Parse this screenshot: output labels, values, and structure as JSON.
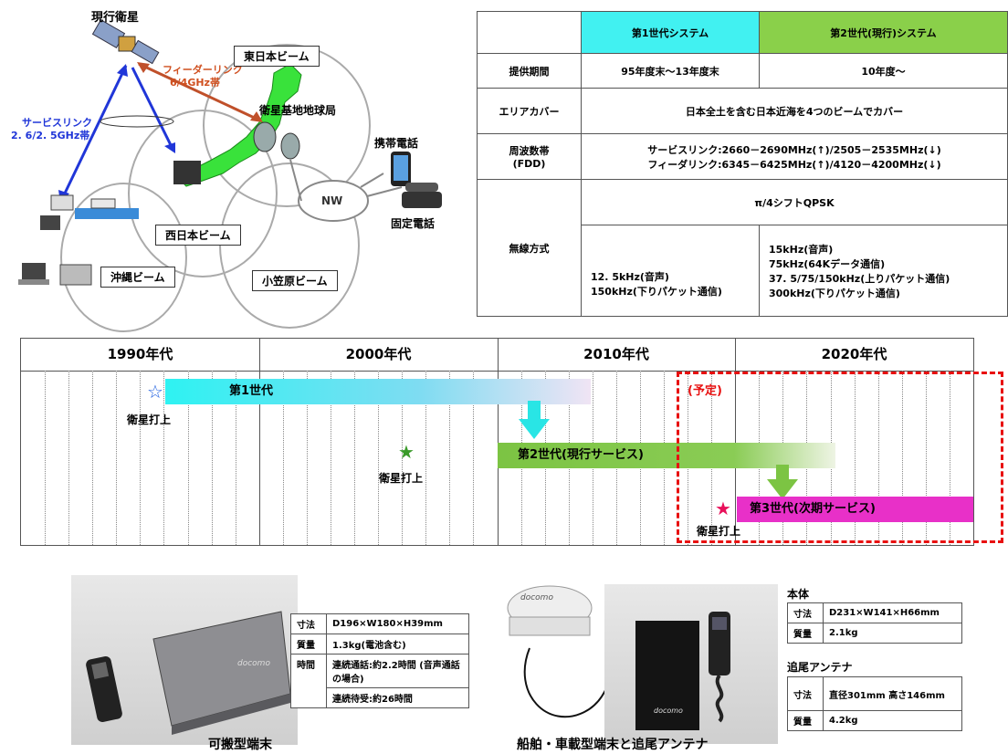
{
  "diagram": {
    "satellite_label": "現行衛星",
    "feeder_link_line1": "フィーダーリンク",
    "feeder_link_line2": "6/4GHz帯",
    "service_link_line1": "サービスリンク",
    "service_link_line2": "2. 6/2. 5GHz帯",
    "beam_east": "東日本ビーム",
    "beam_west": "西日本ビーム",
    "beam_okinawa": "沖縄ビーム",
    "beam_ogasawara": "小笠原ビーム",
    "earth_station": "衛星基地地球局",
    "mobile_phone": "携帯電話",
    "fixed_phone": "固定電話",
    "network": "NW"
  },
  "spec_table": {
    "header_gen1": "第1世代システム",
    "header_gen2": "第2世代(現行)システム",
    "row_period_label": "提供期間",
    "row_period_gen1": "95年度末～13年度末",
    "row_period_gen2": "10年度～",
    "row_area_label": "エリアカバー",
    "row_area_value": "日本全土を含む日本近海を4つのビームでカバー",
    "row_freq_label_1": "周波数帯",
    "row_freq_label_2": "(FDD)",
    "row_freq_value_1": "サービスリンク:2660－2690MHz(↑)/2505－2535MHz(↓)",
    "row_freq_value_2": "フィーダリンク:6345－6425MHz(↑)/4120－4200MHz(↓)",
    "row_radio_label": "無線方式",
    "row_radio_mod": "π/4シフトQPSK",
    "row_radio_gen1_1": "12. 5kHz(音声)",
    "row_radio_gen1_2": "150kHz(下りパケット通信)",
    "row_radio_gen2_1": "15kHz(音声)",
    "row_radio_gen2_2": "75kHz(64Kデータ通信)",
    "row_radio_gen2_3": "37. 5/75/150kHz(上りパケット通信)",
    "row_radio_gen2_4": "300kHz(下りパケット通信)"
  },
  "timeline": {
    "decades": [
      "1990年代",
      "2000年代",
      "2010年代",
      "2020年代"
    ],
    "gen1_label": "第1世代",
    "gen2_label": "第2世代(現行サービス)",
    "gen3_label": "第3世代(次期サービス)",
    "launch_label": "衛星打上",
    "planned_label": "(予定)",
    "colors": {
      "gen1": "#2ef2f2",
      "gen2": "#7cc443",
      "gen3": "#e830c8",
      "planned_border": "#e81010"
    }
  },
  "portable": {
    "caption": "可搬型端末",
    "rows": [
      {
        "label": "寸法",
        "value": "D196×W180×H39mm"
      },
      {
        "label": "質量",
        "value": "1.3kg(電池含む)"
      },
      {
        "label": "時間",
        "value": "連続通話:約2.2時間 (音声通話の場合)"
      },
      {
        "label": "",
        "value": "連続待受:約26時間"
      }
    ],
    "brand": "docomo"
  },
  "vehicle": {
    "caption": "船舶・車載型端末と追尾アンテナ",
    "body_title": "本体",
    "body_rows": [
      {
        "label": "寸法",
        "value": "D231×W141×H66mm"
      },
      {
        "label": "質量",
        "value": "2.1kg"
      }
    ],
    "antenna_title": "追尾アンテナ",
    "antenna_rows": [
      {
        "label": "寸法",
        "value": "直径301mm 高さ146mm"
      },
      {
        "label": "質量",
        "value": "4.2kg"
      }
    ],
    "brand": "docomo"
  }
}
